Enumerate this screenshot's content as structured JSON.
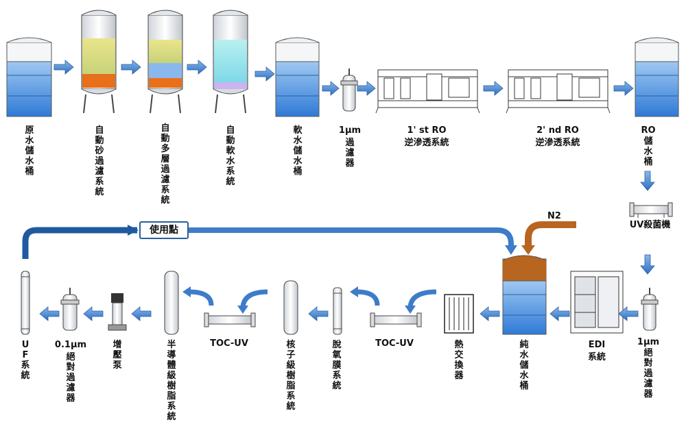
{
  "labels": {
    "raw_tank": "原水儲水桶",
    "sand_filter": "自動砂過濾系統",
    "multi_filter": "自動多層過濾系統",
    "softener": "自動軟水系統",
    "soft_tank": "軟水儲水桶",
    "filter_1um_num": "1μm",
    "filter_1um": "過濾器",
    "ro1_line1": "1' st RO",
    "ro1_line2": "逆滲透系統",
    "ro2_line1": "2' nd RO",
    "ro2_line2": "逆滲透系統",
    "ro_tank_line1": "RO",
    "ro_tank_line2": "儲水桶",
    "uv": "UV殺菌機",
    "abs_1um_num": "1μm",
    "abs_1um": "絕對過濾器",
    "edi_line1": "EDI",
    "edi_line2": "系統",
    "pure_tank": "純水儲水桶",
    "heat_exchanger": "熱交換器",
    "toc_uv_1": "TOC-UV",
    "degas": "脫氧膜系統",
    "nuclear_resin": "核子級樹脂系統",
    "toc_uv_2": "TOC-UV",
    "semi_resin": "半導體級樹脂系統",
    "booster_pump": "增壓泵",
    "abs_01um_num": "0.1μm",
    "abs_01um": "絕對過濾器",
    "uf": "UF系統",
    "use_point": "使用點",
    "n2": "N2"
  },
  "colors": {
    "arrow": "#3d7cc9",
    "pipe": "#1f5aa0",
    "water": "#4a90e2",
    "sand": "#e8701a",
    "n2": "#b8651f"
  }
}
